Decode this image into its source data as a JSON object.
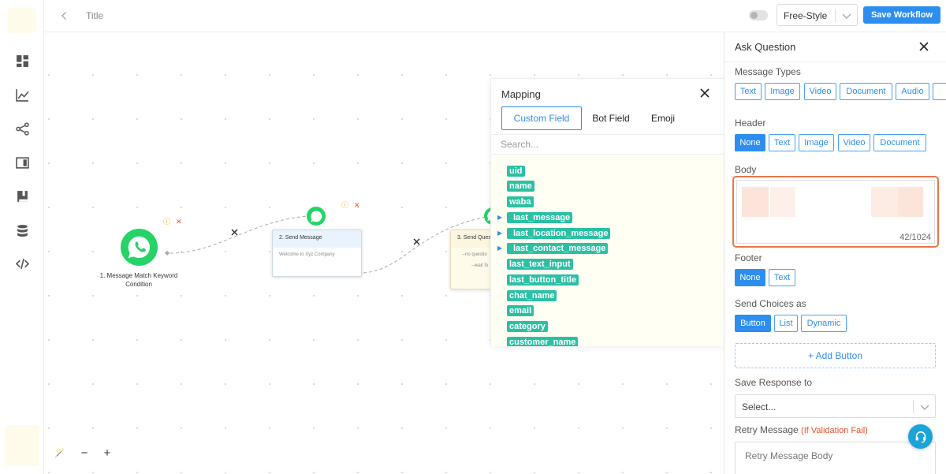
{
  "topbar": {
    "title": "Title",
    "mode_value": "Free-Style",
    "save_label": "Save Workflow"
  },
  "canvas": {
    "nodes": [
      {
        "label": "1. Message Match Keyword Condition"
      },
      {
        "title": "2. Send Message",
        "body": "Welcome to Xyz Company"
      },
      {
        "title": "3. Send Ques",
        "line1": "--no questio",
        "line2": "--wait fo"
      }
    ]
  },
  "mapping": {
    "title": "Mapping",
    "tabs": [
      "Custom Field",
      "Bot Field",
      "Emoji"
    ],
    "search_placeholder": "Search...",
    "fields": [
      "uid",
      "name",
      "waba",
      "last_message",
      "last_location_message",
      "last_contact_message",
      "last_text_input",
      "last_button_title",
      "chat_name",
      "email",
      "category",
      "customer_name"
    ]
  },
  "panel": {
    "title": "Ask Question",
    "message_types_label": "Message Types",
    "message_types": [
      "Text",
      "Image",
      "Video",
      "Document",
      "Audio"
    ],
    "header_label": "Header",
    "header_options": [
      "None",
      "Text",
      "Image",
      "Video",
      "Document"
    ],
    "body_label": "Body",
    "body_count": "42/1024",
    "footer_label": "Footer",
    "footer_options": [
      "None",
      "Text"
    ],
    "choices_label": "Send Choices as",
    "choices_options": [
      "Button",
      "List",
      "Dynamic"
    ],
    "add_button_label": "+ Add Button",
    "save_response_label": "Save Response to",
    "save_response_value": "Select...",
    "retry_label": "Retry Message",
    "retry_hint": "(If Validation Fail)",
    "retry_placeholder": "Retry Message Body"
  },
  "colors": {
    "accent": "#2d8ef0",
    "field_chip": "#2bc0a4",
    "whatsapp": "#25d366",
    "highlight_border": "#e8764a"
  }
}
